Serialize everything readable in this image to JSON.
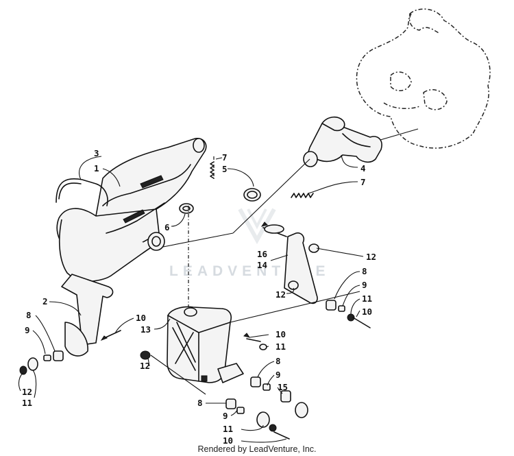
{
  "watermark": "LEADVENTURE",
  "footer": "Rendered by LeadVenture, Inc.",
  "callouts": [
    {
      "id": "c3",
      "label": "3"
    },
    {
      "id": "c1",
      "label": "1"
    },
    {
      "id": "c7a",
      "label": "7"
    },
    {
      "id": "c5",
      "label": "5"
    },
    {
      "id": "c4",
      "label": "4"
    },
    {
      "id": "c7b",
      "label": "7"
    },
    {
      "id": "c6",
      "label": "6"
    },
    {
      "id": "c12a",
      "label": "12"
    },
    {
      "id": "c16",
      "label": "16"
    },
    {
      "id": "c14",
      "label": "14"
    },
    {
      "id": "c8a",
      "label": "8"
    },
    {
      "id": "c9a",
      "label": "9"
    },
    {
      "id": "c12b",
      "label": "12"
    },
    {
      "id": "c11a",
      "label": "11"
    },
    {
      "id": "c10a",
      "label": "10"
    },
    {
      "id": "c2",
      "label": "2"
    },
    {
      "id": "c8b",
      "label": "8"
    },
    {
      "id": "c10b",
      "label": "10"
    },
    {
      "id": "c13",
      "label": "13"
    },
    {
      "id": "c10c",
      "label": "10"
    },
    {
      "id": "c9b",
      "label": "9"
    },
    {
      "id": "c11b",
      "label": "11"
    },
    {
      "id": "c12c",
      "label": "12"
    },
    {
      "id": "c8c",
      "label": "8"
    },
    {
      "id": "c9c",
      "label": "9"
    },
    {
      "id": "c15",
      "label": "15"
    },
    {
      "id": "c12d",
      "label": "12"
    },
    {
      "id": "c11c",
      "label": "11"
    },
    {
      "id": "c8d",
      "label": "8"
    },
    {
      "id": "c9d",
      "label": "9"
    },
    {
      "id": "c11d",
      "label": "11"
    },
    {
      "id": "c10d",
      "label": "10"
    }
  ]
}
